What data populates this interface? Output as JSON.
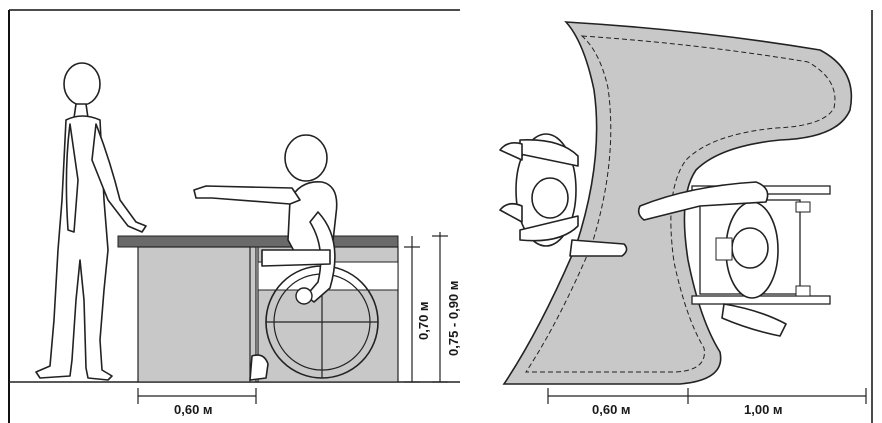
{
  "diagram": {
    "side_view": {
      "depth_label": "0,60 м",
      "knee_clearance_label": "0,70 м",
      "counter_height_label": "0,75 - 0,90 м"
    },
    "plan_view": {
      "depth_label": "0,60 м",
      "approach_label": "1,00 м"
    }
  },
  "colors": {
    "counter_fill": "#c8c8c8",
    "counter_top": "#6a6a6a",
    "outline": "#222222"
  }
}
